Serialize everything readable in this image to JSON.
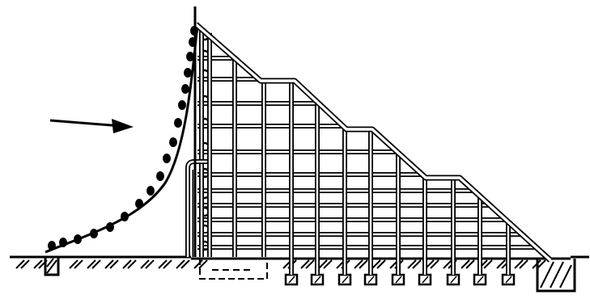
{
  "figure": {
    "ink_color": "#000000",
    "paper_color": "#ffffff",
    "elements": [
      "flow-arrow",
      "ground-line",
      "ground-hatching",
      "anchor-block-left",
      "anchor-block-right",
      "curved-upstream-face",
      "face-rollers",
      "stepped-crest-frame",
      "vertical-posts",
      "horizontal-beams",
      "buried-footing",
      "post-footings"
    ],
    "icons": [
      "arrow-right-icon"
    ]
  }
}
